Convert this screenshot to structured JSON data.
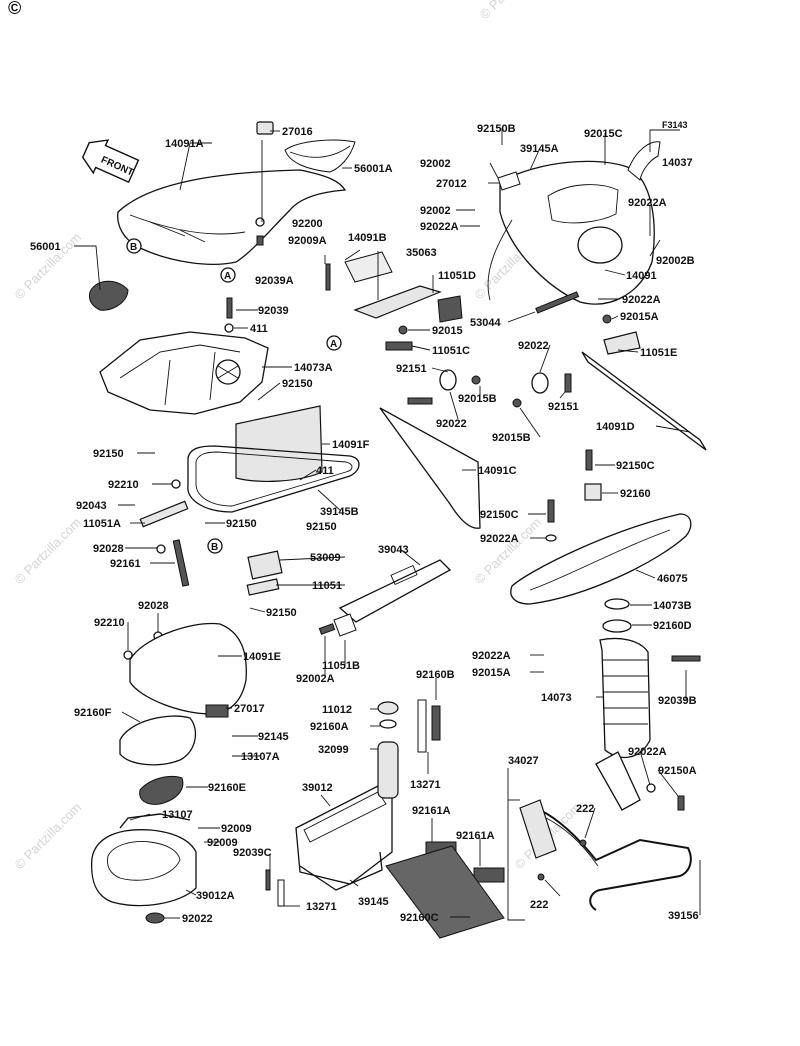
{
  "copyright_symbol": "©",
  "figure_code": "F3143",
  "front_arrow": "FRONT",
  "watermark": "© Partzilla.com",
  "callouts": [
    "A",
    "B"
  ],
  "labels": {
    "l27016": "27016",
    "l14091A": "14091A",
    "l56001A": "56001A",
    "l56001": "56001",
    "l92200": "92200",
    "l92009A": "92009A",
    "l14091B": "14091B",
    "l35063": "35063",
    "l92039A": "92039A",
    "l11051D": "11051D",
    "l92039": "92039",
    "l411a": "411",
    "l14073A": "14073A",
    "l92015a": "92015",
    "l11051C": "11051C",
    "l92150a": "92150",
    "l92150b": "92150",
    "l92210a": "92210",
    "l92043": "92043",
    "l11051A": "11051A",
    "l92150c": "92150",
    "l92150d": "92150",
    "l92028a": "92028",
    "l92161": "92161",
    "l14091F": "14091F",
    "l411b": "411",
    "l39145B": "39145B",
    "l53009": "53009",
    "l11051": "11051",
    "l92150e": "92150",
    "l92028b": "92028",
    "l92210b": "92210",
    "l14091E": "14091E",
    "l27017": "27017",
    "l92160F": "92160F",
    "l92145": "92145",
    "l13107A": "13107A",
    "l92160E": "92160E",
    "l13107": "13107",
    "l92009a": "92009",
    "l92009b": "92009",
    "l92039C": "92039C",
    "l39012A": "39012A",
    "l92022a": "92022",
    "l92150B": "92150B",
    "l39145A": "39145A",
    "l92015C": "92015C",
    "l14037": "14037",
    "l92002a": "92002",
    "l27012": "27012",
    "l92002b": "92002",
    "l92022A_a": "92022A",
    "l92022A_b": "92022A",
    "l92002B": "92002B",
    "l14091": "14091",
    "l92022A_c": "92022A",
    "l53044": "53044",
    "l92015A": "92015A",
    "l11051E": "11051E",
    "l92151a": "92151",
    "l92022b": "92022",
    "l92022c": "92022",
    "l92015B_a": "92015B",
    "l92151b": "92151",
    "l92015B_b": "92015B",
    "l14091D": "14091D",
    "l14091C": "14091C",
    "l92150C_a": "92150C",
    "l92160": "92160",
    "l92150C_b": "92150C",
    "l92022A_d": "92022A",
    "l39043": "39043",
    "l46075": "46075",
    "l14073B": "14073B",
    "l92160D": "92160D",
    "l11051B": "11051B",
    "l92002A": "92002A",
    "l92022A_e": "92022A",
    "l92015A_b": "92015A",
    "l92039B": "92039B",
    "l14073": "14073",
    "l92160B": "92160B",
    "l11012": "11012",
    "l92160A": "92160A",
    "l32099": "32099",
    "l13271a": "13271",
    "l39012": "39012",
    "l92161A_a": "92161A",
    "l92161A_b": "92161A",
    "l39145": "39145",
    "l13271b": "13271",
    "l92160C": "92160C",
    "l34027": "34027",
    "l92022A_f": "92022A",
    "l92150A": "92150A",
    "l222a": "222",
    "l222b": "222",
    "l39156": "39156"
  }
}
